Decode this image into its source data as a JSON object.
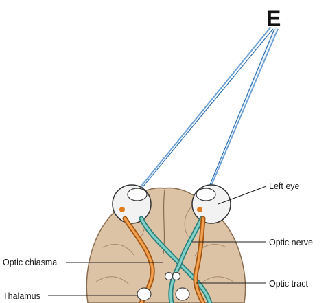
{
  "stimulus_letter": "E",
  "labels": {
    "left_eye": "Left eye",
    "optic_nerve": "Optic nerve",
    "optic_chiasma": "Optic chiasma",
    "optic_tract": "Optic tract",
    "thalamus": "Thalamus"
  },
  "colors": {
    "brain_fill": "#ddc3a6",
    "brain_outline": "#8a6e52",
    "temporal_pathway": "#e07b1e",
    "nasal_pathway": "#3aa39b",
    "light_rays": "#4a86c5",
    "label_lines": "#222222"
  }
}
